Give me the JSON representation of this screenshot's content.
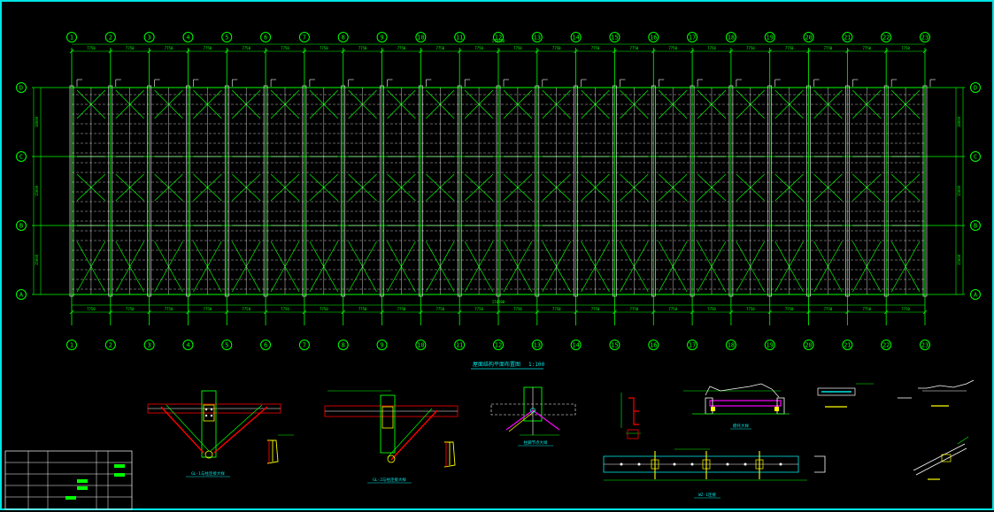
{
  "drawing": {
    "title": "屋面结构平面布置图",
    "scale": "1:100",
    "colors": {
      "border": "#00e5e5",
      "grid": "#00ff00",
      "member": "#ffffff",
      "highlight": "#ff0000",
      "accent": "#ffff00",
      "cyan": "#00e5e5",
      "magenta": "#ff00ff"
    }
  },
  "axes": {
    "columns": [
      "1",
      "2",
      "3",
      "4",
      "5",
      "6",
      "7",
      "8",
      "9",
      "10",
      "11",
      "12",
      "13",
      "14",
      "15",
      "16",
      "17",
      "18",
      "19",
      "20",
      "21",
      "22",
      "23"
    ],
    "rows": [
      "D",
      "C",
      "B",
      "A"
    ]
  },
  "dimensions": {
    "bay_label": "7750",
    "total_length": "170500",
    "row_spacings": [
      "18000",
      "15000",
      "15000"
    ]
  },
  "details": [
    {
      "caption": "GL-1与柱连接大样"
    },
    {
      "caption": "GL-2与柱连接大样"
    },
    {
      "caption": "柱脚节点大样"
    },
    {
      "caption": ""
    },
    {
      "caption": "檩托大样"
    },
    {
      "caption": ""
    },
    {
      "caption": ""
    },
    {
      "caption": "WZ-1连接"
    }
  ],
  "title_block": {
    "rows": [
      "",
      "",
      "",
      "",
      ""
    ]
  }
}
